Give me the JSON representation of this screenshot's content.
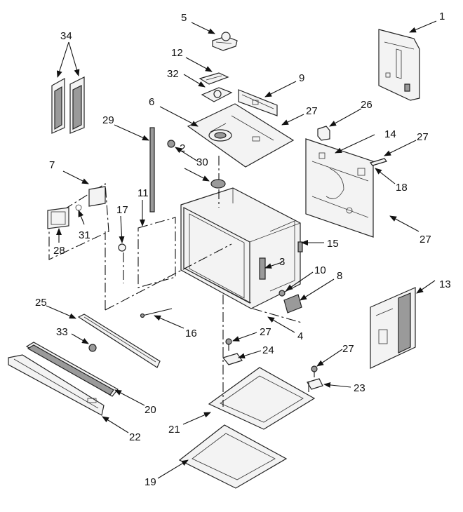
{
  "diagram": {
    "type": "exploded-parts-diagram",
    "callouts": [
      "1",
      "2",
      "3",
      "4",
      "5",
      "6",
      "7",
      "8",
      "9",
      "10",
      "11",
      "12",
      "13",
      "14",
      "15",
      "16",
      "17",
      "18",
      "19",
      "20",
      "21",
      "22",
      "23",
      "24",
      "25",
      "26",
      "27",
      "27",
      "27",
      "27",
      "27",
      "28",
      "29",
      "30",
      "31",
      "32",
      "33",
      "34"
    ]
  }
}
